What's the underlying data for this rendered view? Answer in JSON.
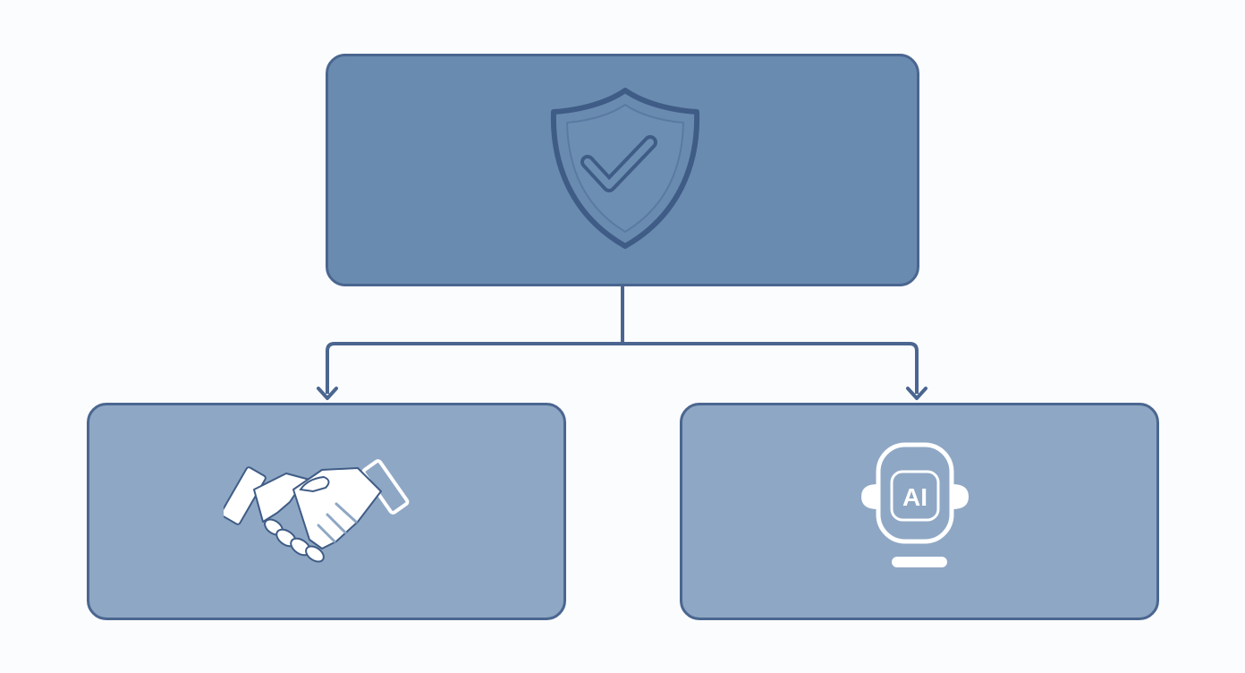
{
  "diagram": {
    "colors": {
      "background": "#fbfcfd",
      "top_fill": "#6a8bb0",
      "child_fill": "#8ea7c4",
      "stroke": "#4a6690",
      "icon_light": "#ffffff",
      "icon_dark": "#3f5c86"
    },
    "nodes": [
      {
        "id": "top",
        "icon": "shield-check-icon"
      },
      {
        "id": "left",
        "icon": "handshake-icon"
      },
      {
        "id": "right",
        "icon": "ai-headset-icon"
      }
    ],
    "edges": [
      {
        "from": "top",
        "to": "left"
      },
      {
        "from": "top",
        "to": "right"
      }
    ],
    "ai_icon_text": "AI"
  }
}
